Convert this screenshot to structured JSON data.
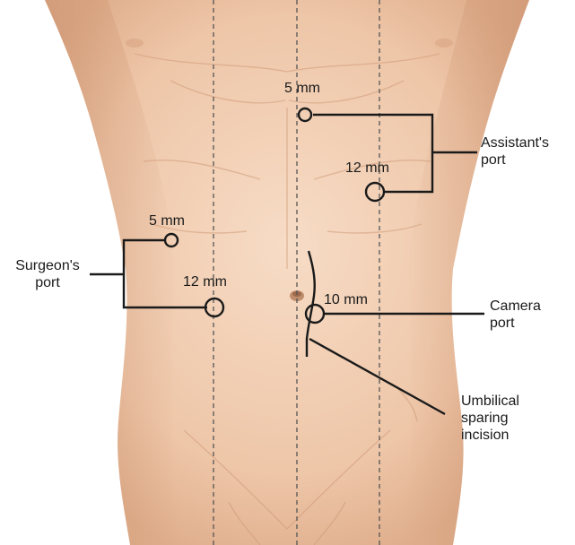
{
  "ports": {
    "assistant_upper_size": "5 mm",
    "assistant_lower_size": "12 mm",
    "assistant_label": "Assistant's\nport",
    "surgeon_upper_size": "5 mm",
    "surgeon_lower_size": "12 mm",
    "surgeon_label": "Surgeon's\nport",
    "camera_size": "10 mm",
    "camera_label": "Camera\nport"
  },
  "incision": {
    "label": "Umbilical\nsparing\nincision"
  },
  "colors": {
    "skin_light": "#f6d7bf",
    "skin_mid": "#ecc0a1",
    "skin_shadow": "#d9a583",
    "line": "#1a1a1a",
    "guide_line": "#555555"
  }
}
